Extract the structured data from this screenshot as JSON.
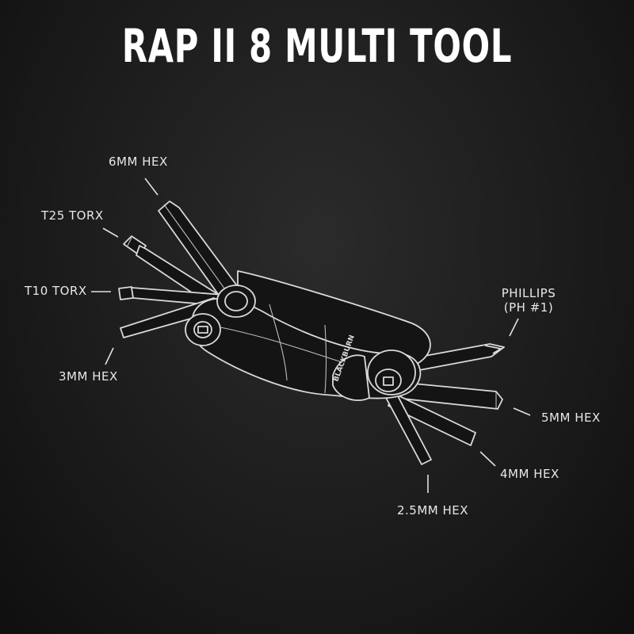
{
  "title": "RAP II 8 MULTI TOOL",
  "labels": {
    "hex6": "6MM HEX",
    "torx25": "T25 TORX",
    "torx10": "T10 TORX",
    "hex3": "3MM HEX",
    "phillips_line1": "PHILLIPS",
    "phillips_line2": "(PH #1)",
    "hex5": "5MM HEX",
    "hex4": "4MM HEX",
    "hex25": "2.5MM HEX"
  },
  "colors": {
    "background": "#1c1c1c",
    "text": "#ffffff",
    "line_art": "#d9d9d9"
  }
}
